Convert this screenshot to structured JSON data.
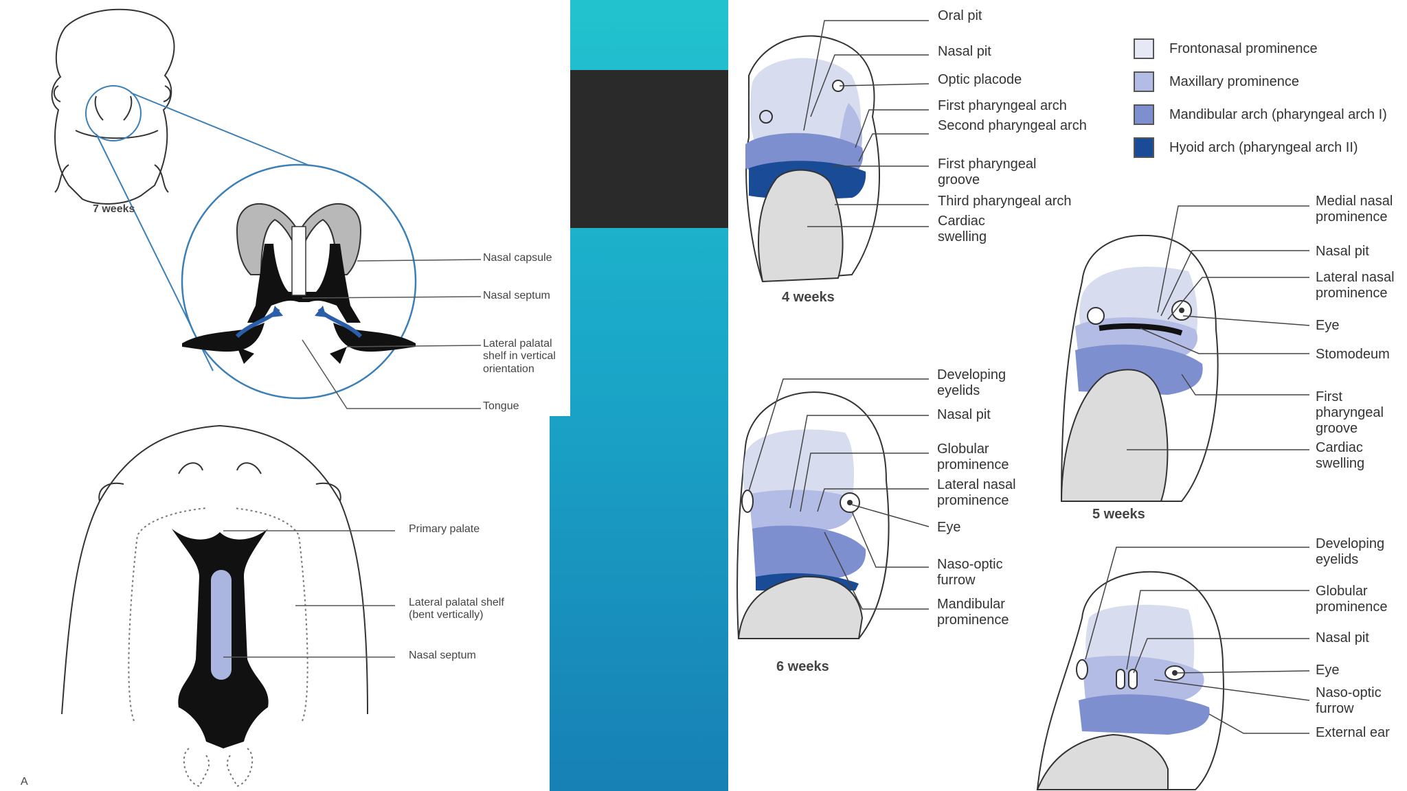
{
  "colors": {
    "frontonasal": "#e6e9f5",
    "maxillary": "#b3bce4",
    "mandibular": "#7d8fcf",
    "hyoid": "#1a4b96",
    "teal": "#22c3cf",
    "dark": "#2a2a2a",
    "leader": "#3a7fb8"
  },
  "left_top": {
    "age": "7 weeks",
    "labels": {
      "nasal_capsule": "Nasal capsule",
      "nasal_septum": "Nasal septum",
      "lateral_palatal_shelf": "Lateral palatal\nshelf in vertical\norientation",
      "tongue": "Tongue"
    }
  },
  "left_bottom": {
    "panel_letter": "A",
    "labels": {
      "primary_palate": "Primary palate",
      "lateral_palatal_shelf": "Lateral palatal shelf\n(bent vertically)",
      "nasal_septum": "Nasal septum"
    }
  },
  "legend": [
    {
      "label": "Frontonasal prominence",
      "color": "#e6e9f5"
    },
    {
      "label": "Maxillary prominence",
      "color": "#b3bce4"
    },
    {
      "label": "Mandibular arch (pharyngeal arch I)",
      "color": "#7d8fcf"
    },
    {
      "label": "Hyoid arch (pharyngeal arch II)",
      "color": "#1a4b96"
    }
  ],
  "week4": {
    "age": "4 weeks",
    "labels": {
      "oral_pit": "Oral pit",
      "nasal_pit": "Nasal pit",
      "optic_placode": "Optic placode",
      "first_arch": "First pharyngeal arch",
      "second_arch": "Second pharyngeal arch",
      "first_groove": "First pharyngeal\ngroove",
      "third_arch": "Third pharyngeal arch",
      "cardiac": "Cardiac\nswelling"
    }
  },
  "week5": {
    "age": "5 weeks",
    "labels": {
      "medial_nasal": "Medial nasal\nprominence",
      "nasal_pit": "Nasal pit",
      "lateral_nasal": "Lateral nasal\nprominence",
      "eye": "Eye",
      "stomodeum": "Stomodeum",
      "first_groove": "First pharyngeal\ngroove",
      "cardiac": "Cardiac\nswelling"
    }
  },
  "week6": {
    "age": "6 weeks",
    "labels": {
      "eyelids": "Developing\neyelids",
      "nasal_pit": "Nasal pit",
      "globular": "Globular\nprominence",
      "lateral_nasal": "Lateral nasal\nprominence",
      "eye": "Eye",
      "naso_optic": "Naso-optic\nfurrow",
      "mandibular": "Mandibular\nprominence"
    }
  },
  "week7": {
    "labels": {
      "eyelids": "Developing\neyelids",
      "globular": "Globular\nprominence",
      "nasal_pit": "Nasal pit",
      "eye": "Eye",
      "naso_optic": "Naso-optic\nfurrow",
      "external_ear": "External ear"
    }
  }
}
